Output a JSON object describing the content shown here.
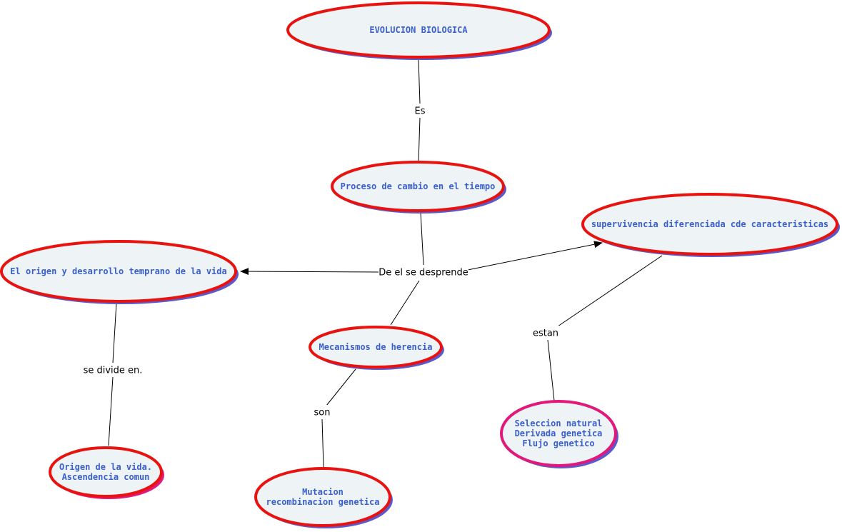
{
  "colors": {
    "node_fill": "#eef3f6",
    "node_border_red": "#e8130f",
    "node_border_pink": "#e0197a",
    "node_shadow_blue": "#5a5acd",
    "node_shadow_pink": "#e0197a",
    "node_text": "#3a5fcd",
    "link_line": "#000000",
    "link_text": "#000000"
  },
  "nodes": [
    {
      "id": "evolucion",
      "lines": [
        "EVOLUCION BIOLOGICA"
      ],
      "style": "red"
    },
    {
      "id": "proceso",
      "lines": [
        "Proceso de cambio en el tiempo"
      ],
      "style": "red"
    },
    {
      "id": "supervivencia",
      "lines": [
        "supervivencia diferenciada cde caracteristicas"
      ],
      "style": "red"
    },
    {
      "id": "origen-desarrollo",
      "lines": [
        "El origen  y desarrollo temprano de la vida"
      ],
      "style": "red"
    },
    {
      "id": "mecanismos",
      "lines": [
        "Mecanismos de herencia"
      ],
      "style": "red"
    },
    {
      "id": "origen-vida",
      "lines": [
        "Origen de la vida.",
        "Ascendencia comun"
      ],
      "style": "red-pink"
    },
    {
      "id": "mutacion",
      "lines": [
        "Mutacion",
        "recombinacion genetica"
      ],
      "style": "red"
    },
    {
      "id": "seleccion",
      "lines": [
        "Seleccion natural",
        "Derivada genetica",
        "Flujo genetico"
      ],
      "style": "pink"
    }
  ],
  "links": [
    {
      "id": "es",
      "label": "Es"
    },
    {
      "id": "desprende",
      "label": "De el se desprende"
    },
    {
      "id": "divide",
      "label": "se divide en."
    },
    {
      "id": "son",
      "label": "son"
    },
    {
      "id": "estan",
      "label": "estan"
    }
  ]
}
